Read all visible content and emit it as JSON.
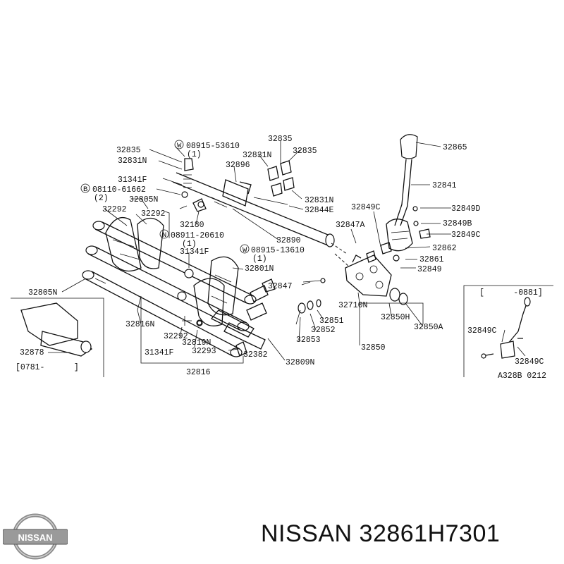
{
  "brand_caption": "NISSAN 32861H7301",
  "logo_text": "NISSAN",
  "figure_code": "A328B 0212",
  "inset_left": {
    "range": "[0781-      ]",
    "part": "32878"
  },
  "inset_right": {
    "range": "[      -0881]",
    "parts": [
      "32849C",
      "32849C"
    ]
  },
  "labels": {
    "p32835a": "32835",
    "p08915_53610": "08915-53610",
    "p08915_53610_qty": "(1)",
    "p32835b": "32835",
    "p32831n_a": "32831N",
    "p32831n_b": "32831N",
    "p32835c": "32835",
    "p32896": "32896",
    "p31341f_a": "31341F",
    "p08110_61662": "08110-61662",
    "p08110_61662_qty": "(2)",
    "p32805n_a": "32805N",
    "p32292_a": "32292",
    "p32292_b": "32292",
    "p32831n_c": "32831N",
    "p32844e": "32844E",
    "p32180": "32180",
    "p08911_20610": "08911-20610",
    "p08911_20610_qty": "(1)",
    "p32890": "32890",
    "p31341f_b": "31341F",
    "p08915_13610": "08915-13610",
    "p08915_13610_qty": "(1)",
    "p32801n": "32801N",
    "p32805n_b": "32805N",
    "p32847": "32847",
    "p32816n": "32816N",
    "p32292_c": "32292",
    "p32819n": "32819N",
    "p31341f_c": "31341F",
    "p32293": "32293",
    "p32382": "32382",
    "p32809n": "32809N",
    "p32816": "32816",
    "p32851": "32851",
    "p32852": "32852",
    "p32853": "32853",
    "p32710n": "32710N",
    "p32850h": "32850H",
    "p32850a": "32850A",
    "p32850": "32850",
    "p32847a": "32847A",
    "p32849c_a": "32849C",
    "p32865": "32865",
    "p32841": "32841",
    "p32849d": "32849D",
    "p32849b": "32849B",
    "p32849c_b": "32849C",
    "p32862": "32862",
    "p32861": "32861",
    "p32849": "32849"
  }
}
